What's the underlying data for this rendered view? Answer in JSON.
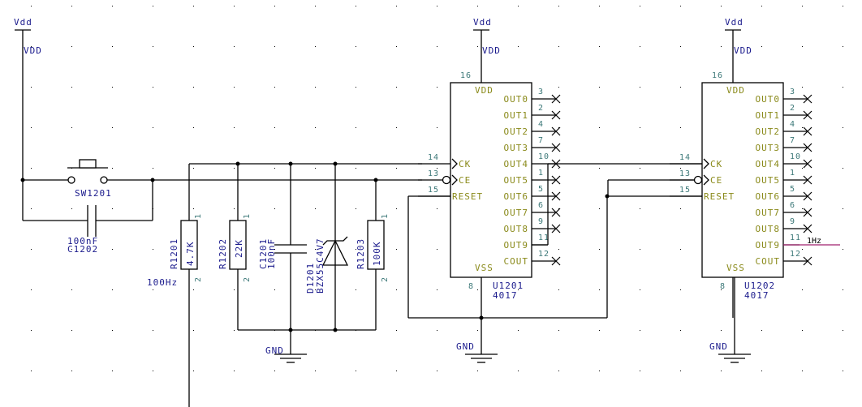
{
  "title": "4017 decade divider schematic",
  "colors": {
    "wire": "#000000",
    "ref_text": "#1a1a8c",
    "pin_number": "#3c7878",
    "pin_name": "#8a8a1a",
    "output_net": "#a0206e"
  },
  "power": {
    "vdd_symbol": "Vdd",
    "vdd_net": "VDD",
    "gnd_net": "GND"
  },
  "components": {
    "sw1201": {
      "ref": "SW1201",
      "type": "push-button"
    },
    "c1202": {
      "ref": "C1202",
      "value": "100nF"
    },
    "r1201": {
      "ref": "R1201",
      "value": "4.7K",
      "pin1": "1",
      "pin2": "2"
    },
    "r1202": {
      "ref": "R1202",
      "value": "22K",
      "pin1": "1",
      "pin2": "2"
    },
    "c1201": {
      "ref": "C1201",
      "value": "100nF"
    },
    "d1201": {
      "ref": "D1201",
      "value": "BZX55C4V7"
    },
    "r1203": {
      "ref": "R1203",
      "value": "100K",
      "pin1": "1",
      "pin2": "2"
    },
    "u1201": {
      "ref": "U1201",
      "value": "4017"
    },
    "u1202": {
      "ref": "U1202",
      "value": "4017"
    }
  },
  "ic_pins": {
    "vdd": {
      "name": "VDD",
      "num": "16"
    },
    "vss": {
      "name": "VSS",
      "num": "8"
    },
    "left": [
      {
        "name": "CK",
        "num": "14"
      },
      {
        "name": "CE",
        "num": "13"
      },
      {
        "name": "RESET",
        "num": "15"
      }
    ],
    "right": [
      {
        "name": "OUT0",
        "num": "3"
      },
      {
        "name": "OUT1",
        "num": "2"
      },
      {
        "name": "OUT2",
        "num": "4"
      },
      {
        "name": "OUT3",
        "num": "7"
      },
      {
        "name": "OUT4",
        "num": "10"
      },
      {
        "name": "OUT5",
        "num": "1"
      },
      {
        "name": "OUT6",
        "num": "5"
      },
      {
        "name": "OUT7",
        "num": "6"
      },
      {
        "name": "OUT8",
        "num": "9"
      },
      {
        "name": "OUT9",
        "num": "11"
      },
      {
        "name": "COUT",
        "num": "12"
      }
    ]
  },
  "net_labels": {
    "clock_in": "100Hz",
    "clock_out": "1Hz"
  }
}
